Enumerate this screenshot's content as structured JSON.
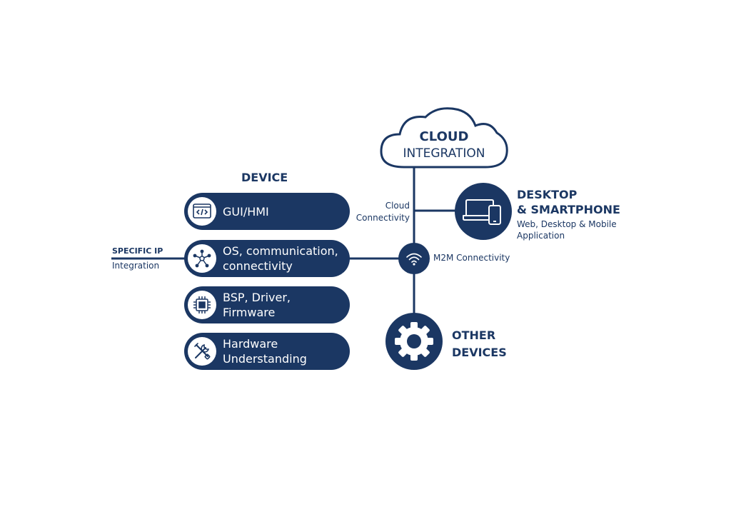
{
  "colors": {
    "primary": "#1b3763",
    "background": "#ffffff"
  },
  "cloud": {
    "title": "CLOUD",
    "subtitle": "INTEGRATION",
    "icon": "cloud-icon"
  },
  "device": {
    "heading": "DEVICE",
    "layers": [
      {
        "label": "GUI/HMI",
        "icon": "code-window-icon"
      },
      {
        "label_line1": "OS, communication,",
        "label_line2": "connectivity",
        "icon": "network-nodes-icon"
      },
      {
        "label_line1": "BSP, Driver,",
        "label_line2": "Firmware",
        "icon": "chip-icon"
      },
      {
        "label_line1": "Hardware",
        "label_line2": "Understanding",
        "icon": "tools-icon"
      }
    ]
  },
  "specific_ip": {
    "title": "SPECIFIC IP",
    "subtitle": "Integration"
  },
  "cloud_connectivity": {
    "line1": "Cloud",
    "line2": "Connectivity"
  },
  "m2m": {
    "label": "M2M Connectivity",
    "icon": "wifi-icon"
  },
  "desktop": {
    "title_line1": "DESKTOP",
    "title_line2": "& SMARTPHONE",
    "subtitle_line1": "Web, Desktop & Mobile",
    "subtitle_line2": "Application",
    "icon": "laptop-phone-icon"
  },
  "other_devices": {
    "title_line1": "OTHER",
    "title_line2": "DEVICES",
    "icon": "gear-icon"
  }
}
